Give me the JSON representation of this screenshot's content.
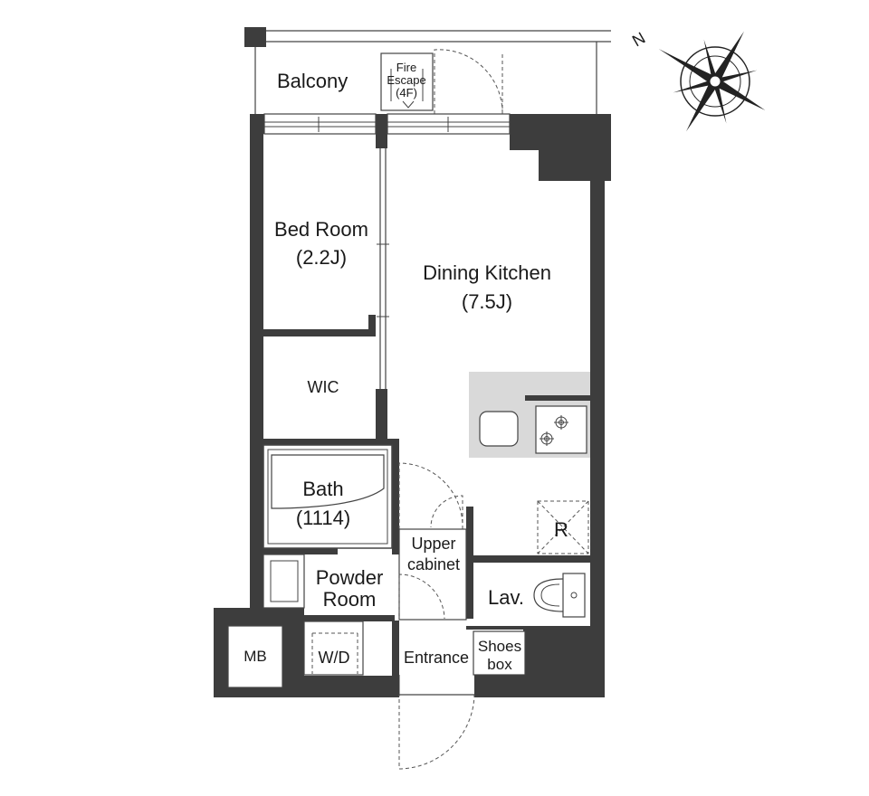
{
  "compass": {
    "north_label": "N"
  },
  "rooms": {
    "balcony": "Balcony",
    "fire_escape": {
      "line1": "Fire",
      "line2": "Escape",
      "line3": "(4F)"
    },
    "bedroom": {
      "name": "Bed Room",
      "size": "(2.2J)"
    },
    "dining_kitchen": {
      "name": "Dining Kitchen",
      "size": "(7.5J)"
    },
    "wic": "WIC",
    "bath": {
      "name": "Bath",
      "size": "(1114)"
    },
    "upper_cabinet": {
      "line1": "Upper",
      "line2": "cabinet"
    },
    "powder_room": {
      "line1": "Powder",
      "line2": "Room"
    },
    "lav": "Lav.",
    "mb": "MB",
    "wd": "W/D",
    "entrance": "Entrance",
    "shoes_box": {
      "line1": "Shoes",
      "line2": "box"
    },
    "refrigerator": "R"
  },
  "colors": {
    "wall": "#3d3d3d",
    "counter": "#d9d9d9",
    "line": "#444444"
  }
}
